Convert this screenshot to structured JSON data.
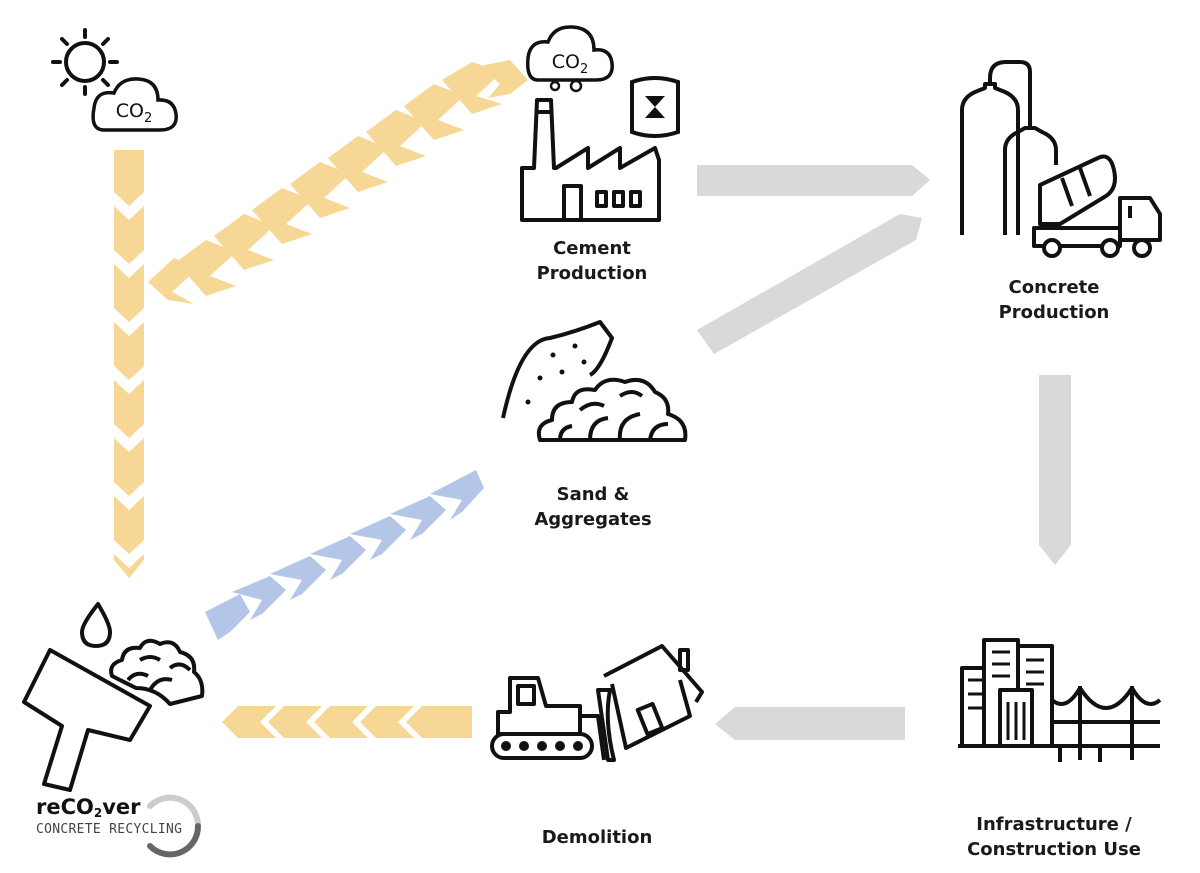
{
  "diagram": {
    "nodes": {
      "cement": {
        "line1": "Cement",
        "line2": "Production"
      },
      "concrete": {
        "line1": "Concrete",
        "line2": "Production"
      },
      "sand": {
        "line1": "Sand &",
        "line2": "Aggregates"
      },
      "infrastructure": {
        "line1": "Infrastructure /",
        "line2": "Construction Use"
      },
      "demolition": {
        "line1": "Demolition"
      }
    },
    "co2": {
      "base": "CO",
      "sub": "2"
    },
    "logo": {
      "main_prefix": "reCO",
      "main_sub": "2",
      "main_suffix": "ver",
      "sub": "CONCRETE RECYCLING"
    },
    "colors": {
      "co2_flow": "#f7d795",
      "material_flow": "#d9d9d9",
      "recycled_aggregate_flow": "#b4c6e7",
      "icon_stroke": "#111111"
    }
  }
}
